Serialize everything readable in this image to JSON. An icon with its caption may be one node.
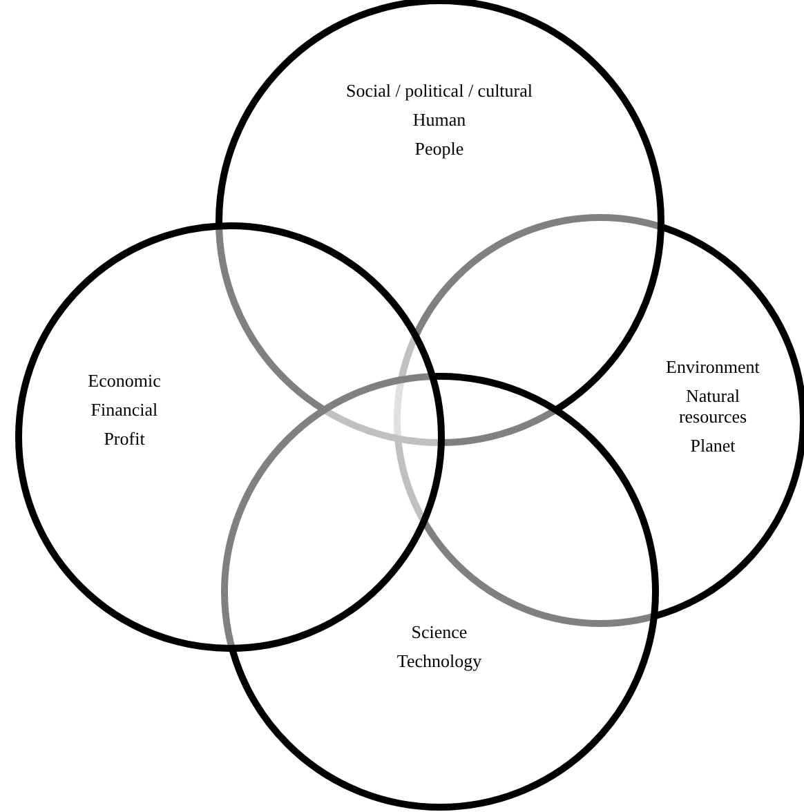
{
  "diagram": {
    "nodes": [
      {
        "text": [
          "Environment",
          "Natural resources",
          "Planet"
        ]
      },
      {
        "text": [
          "Social / political / cultural",
          "Human",
          "People"
        ]
      },
      {
        "text": [
          "Science",
          "Technology"
        ]
      },
      {
        "text": [
          "Economic",
          "Financial",
          "Profit"
        ]
      }
    ]
  }
}
